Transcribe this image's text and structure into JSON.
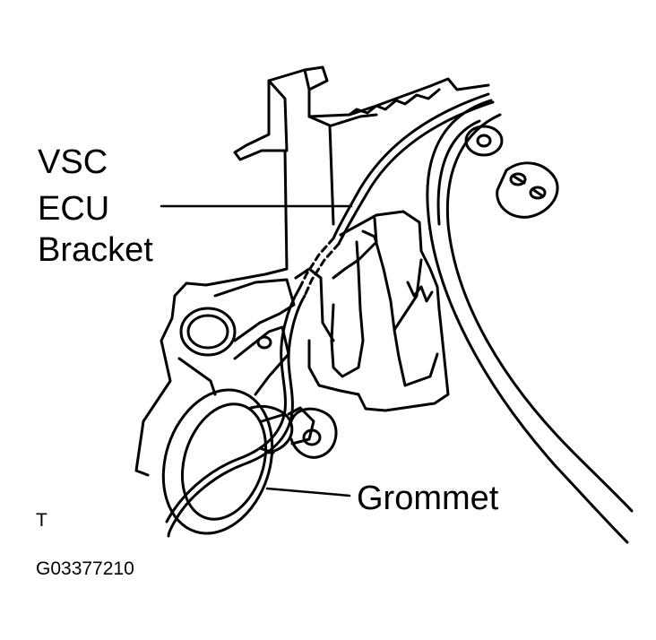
{
  "labels": {
    "vsc_line1": "VSC",
    "vsc_line2": "ECU",
    "vsc_line3": "Bracket",
    "grommet": "Grommet",
    "corner_mark": "T",
    "figure_code": "G03377210"
  },
  "colors": {
    "ink": "#000000",
    "background": "#ffffff"
  }
}
